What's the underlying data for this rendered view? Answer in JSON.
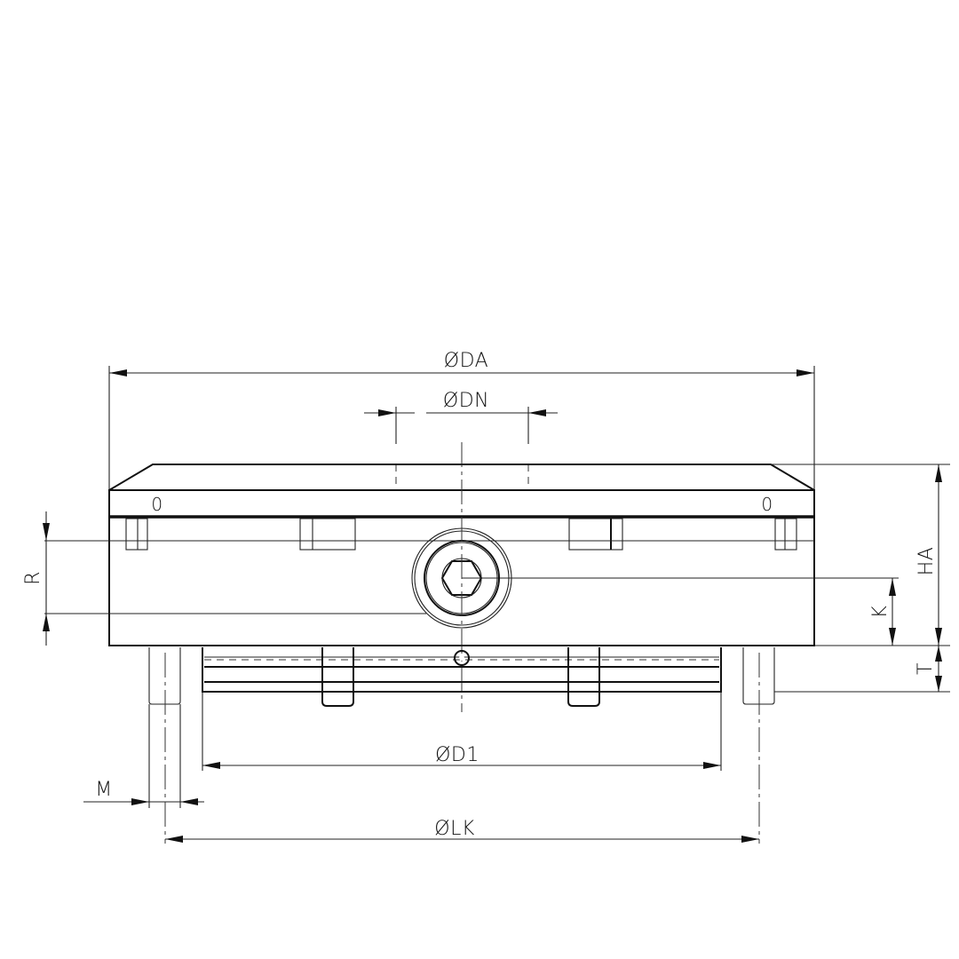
{
  "drawing": {
    "type": "technical-drawing",
    "view": "side elevation",
    "dimensions": {
      "DA": {
        "label": "ØDA",
        "kind": "diameter"
      },
      "DN": {
        "label": "ØDN",
        "kind": "diameter"
      },
      "D1": {
        "label": "ØD1",
        "kind": "diameter"
      },
      "LK": {
        "label": "ØLK",
        "kind": "diameter"
      },
      "HA": {
        "label": "HA",
        "kind": "height"
      },
      "K": {
        "label": "K",
        "kind": "height"
      },
      "T": {
        "label": "T",
        "kind": "height"
      },
      "R": {
        "label": "R",
        "kind": "height"
      },
      "M": {
        "label": "M",
        "kind": "thread"
      }
    },
    "markings": {
      "left_zero": "0",
      "right_zero": "0"
    }
  }
}
